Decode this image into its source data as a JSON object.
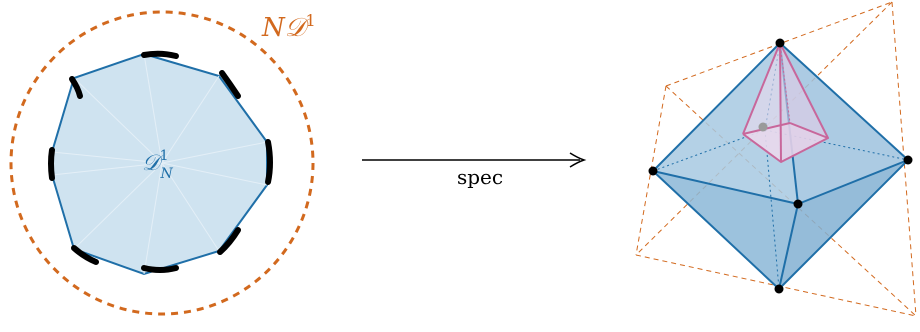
{
  "left_figure": {
    "outer_label": "N𝒟",
    "outer_label_sup": "1",
    "inner_label": "𝒟",
    "inner_label_sup": "1",
    "inner_label_sub": "N"
  },
  "arrow": {
    "label": "spec"
  },
  "colors": {
    "polygon_fill": "#cfe3f0",
    "polygon_stroke": "#1f6fa8",
    "outer_circle": "#d2691e",
    "thick_arcs": "#000000",
    "octahedron_fill": "#a7c9e2",
    "octahedron_stroke": "#1f6fa8",
    "pyramid_stroke": "#c8679b",
    "pyramid_fill": "#ead9ec",
    "cage_dashes": "#d2691e",
    "vertex_dots": "#000000",
    "inner_dot": "#9a9a9a"
  }
}
